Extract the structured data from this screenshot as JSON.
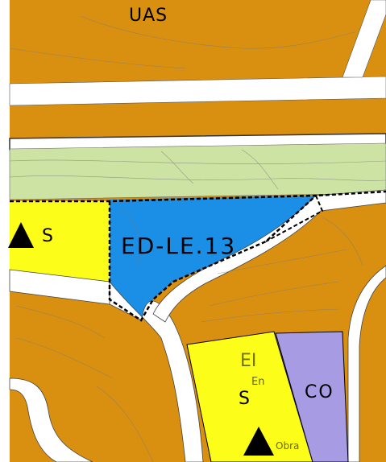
{
  "colors": {
    "urban": "#d99010",
    "green": "#cde3a3",
    "sector": "#fdfd1a",
    "development": "#1b8fe6",
    "commercial": "#a79be3",
    "road": "#ffffff",
    "outline": "#000000",
    "contour": "#7a7a7a"
  },
  "labels": {
    "uas": "UAS",
    "s_left": "S",
    "ed_le": "ED-LE.13",
    "s_bottom": "S",
    "co": "CO",
    "ei_faint": "EI",
    "en_faint": "En",
    "obra_faint": "Obra"
  },
  "icons": {
    "triangle_left": "equipment-triangle-icon",
    "triangle_bottom": "equipment-triangle-icon"
  }
}
